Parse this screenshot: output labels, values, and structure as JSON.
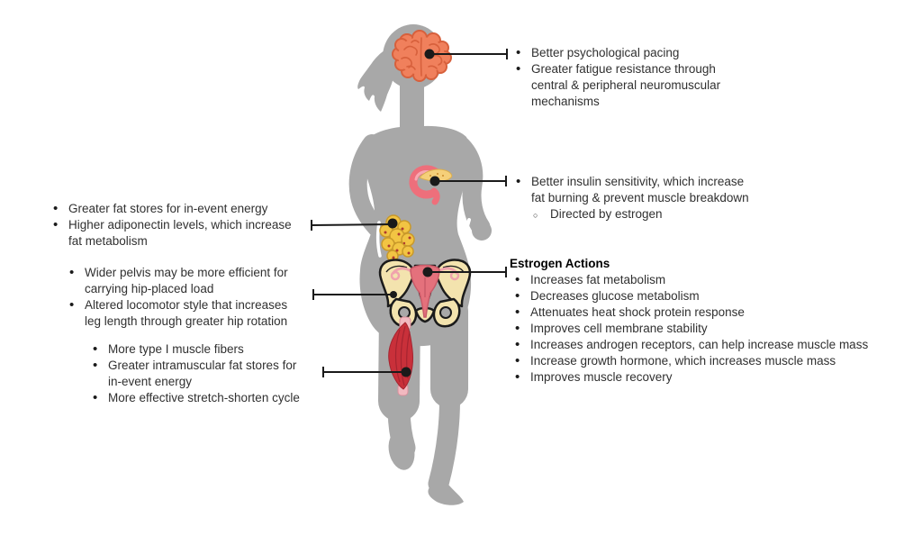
{
  "title_hidden": "",
  "colors": {
    "background": "#ffffff",
    "silhouette_gray": "#a8a8a8",
    "brain_coral": "#f0805c",
    "brain_line": "#d7603c",
    "pancreas_pink": "#ee6f7b",
    "pancreas_yellow": "#f5cf79",
    "fat_yellow": "#f2c443",
    "fat_outline": "#c9992a",
    "fat_dot_red": "#b03a2e",
    "pelvis_bone": "#f3e3ae",
    "pelvis_outline": "#1b1b1b",
    "uterus_pink": "#e4717c",
    "tube_pink": "#f0a3ad",
    "muscle_red": "#c9303a",
    "muscle_line": "#a52430",
    "tendon_pink": "#f2b9c0",
    "connector_black": "#1a1a1a",
    "text": "#303030"
  },
  "illustrations": {
    "brain": "brain",
    "pancreas": "pancreas",
    "fat_cells": "fat-cells",
    "pelvis_uterus": "pelvis-with-uterus",
    "muscle": "skeletal-muscle",
    "runner": "female-runner-silhouette"
  },
  "annotations": {
    "brain": {
      "items": [
        "Better psychological pacing",
        "Greater fatigue resistance through\ncentral & peripheral neuromuscular\nmechanisms"
      ]
    },
    "insulin": {
      "items": [
        "Better insulin sensitivity, which increase\nfat burning & prevent muscle breakdown"
      ],
      "sub_items": [
        "Directed by estrogen"
      ]
    },
    "estrogen": {
      "title": "Estrogen Actions",
      "items": [
        "Increases fat metabolism",
        "Decreases glucose metabolism",
        "Attenuates heat shock protein response",
        "Improves cell membrane stability",
        "Increases androgen receptors, can help increase muscle mass",
        "Increase growth hormone, which increases muscle mass",
        "Improves muscle recovery"
      ]
    },
    "fat_stores": {
      "items": [
        "Greater fat stores for in-event energy",
        "Higher adiponectin levels, which increase\nfat metabolism"
      ]
    },
    "pelvis": {
      "items": [
        "Wider pelvis may be more efficient for\ncarrying hip-placed load",
        "Altered locomotor style that increases\nleg length through greater hip rotation"
      ]
    },
    "muscle": {
      "items": [
        "More type I muscle fibers",
        "Greater intramuscular fat stores for\nin-event energy",
        "More effective stretch-shorten cycle"
      ]
    }
  }
}
